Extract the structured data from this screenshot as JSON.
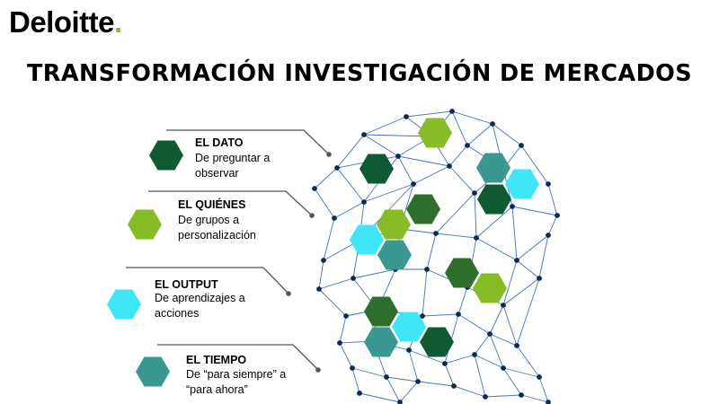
{
  "brand": {
    "name": "Deloitte",
    "dot": ".",
    "accent": "#86bc25"
  },
  "title": "TRANSFORMACIÓN INVESTIGACIÓN DE MERCADOS",
  "colors": {
    "dark_green": "#0f5a32",
    "light_green": "#86bc25",
    "cyan": "#3ee6f7",
    "teal": "#3a9890",
    "mid_green": "#2e6f2d",
    "node": "#0d2a56",
    "line": "#4472c4"
  },
  "items": [
    {
      "heading": "EL DATO",
      "desc_line1": "De preguntar a",
      "desc_line2": "observar",
      "color": "dark_green"
    },
    {
      "heading": "EL QUIÉNES",
      "desc_line1": "De grupos a",
      "desc_line2": "personalización",
      "color": "light_green"
    },
    {
      "heading": "EL OUTPUT",
      "desc_line1": "De aprendizajes a",
      "desc_line2": "acciones",
      "color": "cyan"
    },
    {
      "heading": "EL TIEMPO",
      "desc_line1": "De “para siempre” a",
      "desc_line2": "“para ahora”",
      "color": "teal"
    }
  ]
}
